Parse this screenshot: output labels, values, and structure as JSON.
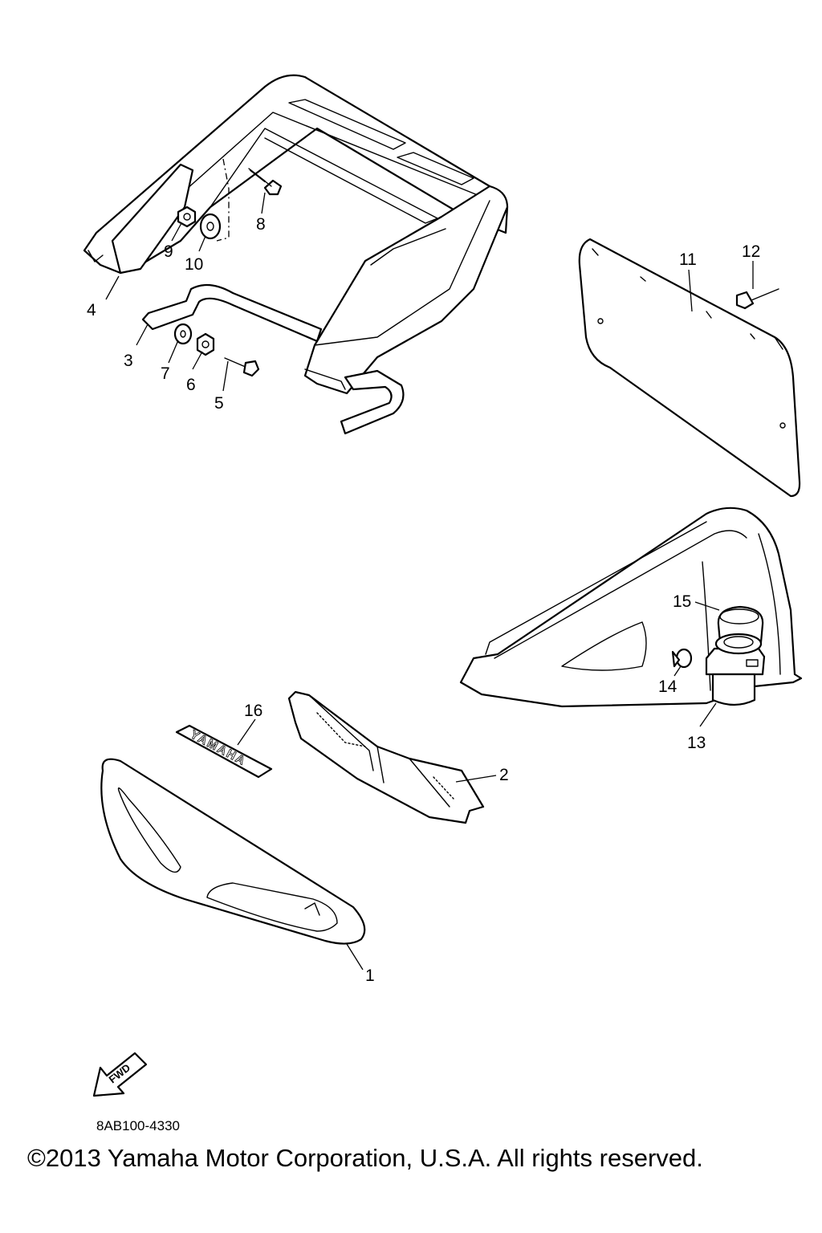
{
  "callouts": [
    "1",
    "2",
    "3",
    "4",
    "5",
    "6",
    "7",
    "8",
    "9",
    "10",
    "11",
    "12",
    "13",
    "14",
    "15",
    "16"
  ],
  "decal_text": "YAMAHA",
  "arrow_text": "FWD",
  "diagram_code": "8AB100-4330",
  "copyright": "©2013 Yamaha Motor Corporation, U.S.A. All rights reserved.",
  "colors": {
    "line": "#000000",
    "background": "#ffffff"
  }
}
